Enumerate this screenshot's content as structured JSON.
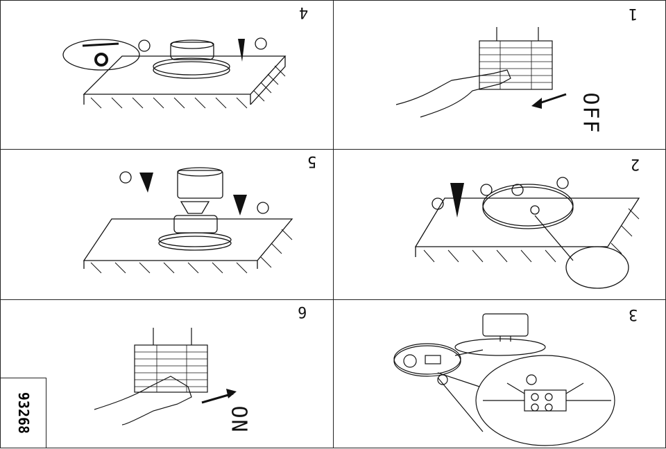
{
  "steps": [
    {
      "number": "1",
      "label": "OFF"
    },
    {
      "number": "2"
    },
    {
      "number": "3"
    },
    {
      "number": "4"
    },
    {
      "number": "5"
    },
    {
      "number": "6",
      "label": "ON"
    }
  ],
  "product_code": "93268"
}
